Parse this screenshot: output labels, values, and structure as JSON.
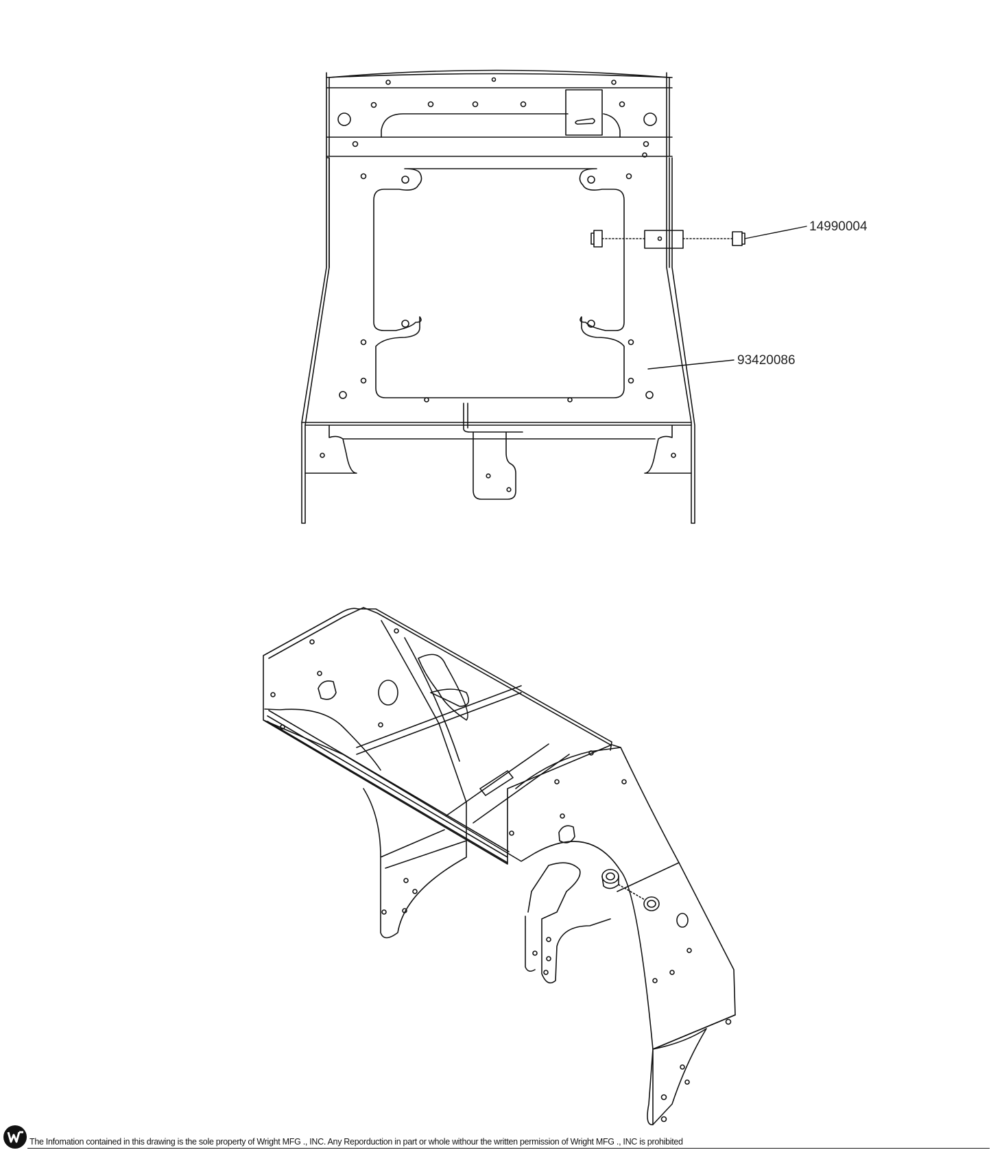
{
  "callouts": {
    "part_a": "14990004",
    "part_b": "93420086"
  },
  "footer": {
    "notice": "The Infomation contained in this drawing is the sole property of Wright MFG ., INC. Any Reporduction in part or whole withour the written permission of Wright MFG ., INC is prohibited",
    "logo_icon": "wright-logo-icon"
  },
  "colors": {
    "line": "#111111",
    "background": "#ffffff"
  }
}
